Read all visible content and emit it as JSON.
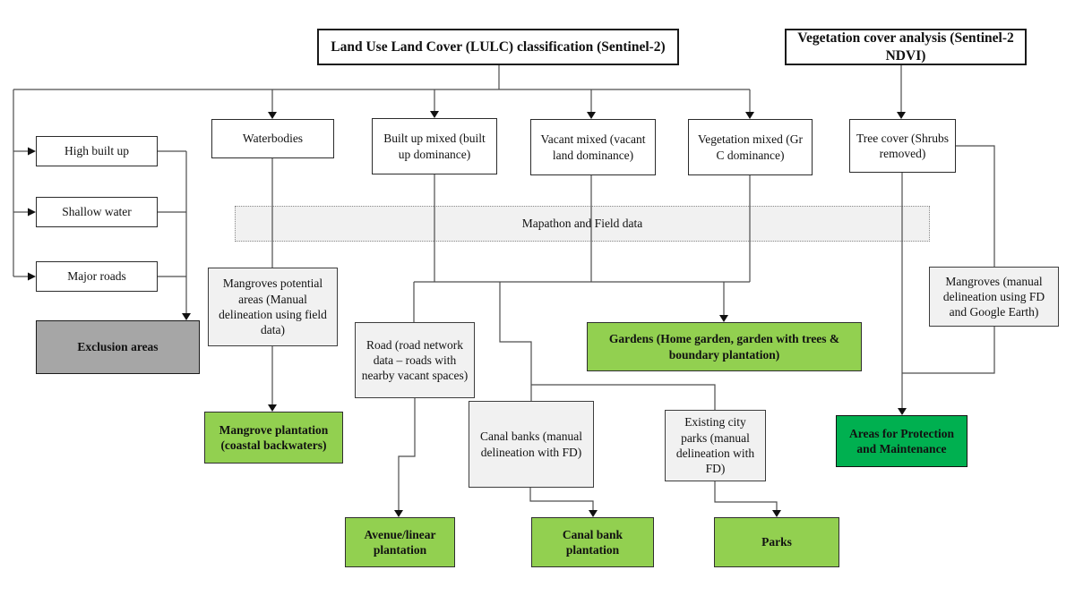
{
  "diagram": {
    "colors": {
      "light_green": "#92d050",
      "dark_green": "#00b050",
      "exclusion_gray": "#a6a6a6",
      "panel_gray": "#f1f1f1",
      "line": "#4d4d4d",
      "arrow": "#111111"
    },
    "nodes": {
      "lulc_title": {
        "label": "Land Use Land Cover (LULC) classification (Sentinel-2)"
      },
      "ndvi_title": {
        "label": "Vegetation cover analysis (Sentinel-2 NDVI)"
      },
      "waterbodies": {
        "label": "Waterbodies"
      },
      "built_mixed": {
        "label": "Built up mixed (built up dominance)"
      },
      "vacant_mixed": {
        "label": "Vacant mixed (vacant land dominance)"
      },
      "veg_mixed": {
        "label": "Vegetation mixed (Gr C dominance)"
      },
      "tree_cover": {
        "label": "Tree cover (Shrubs removed)"
      },
      "high_built": {
        "label": "High built up"
      },
      "shallow_water": {
        "label": "Shallow water"
      },
      "major_roads": {
        "label": "Major roads"
      },
      "exclusion": {
        "label": "Exclusion areas"
      },
      "mapathon": {
        "label": "Mapathon and Field data"
      },
      "mangroves_potential": {
        "label": "Mangroves potential areas (Manual delineation using field data)"
      },
      "road": {
        "label": "Road (road network data – roads with nearby vacant spaces)"
      },
      "gardens": {
        "label": "Gardens (Home garden, garden with trees & boundary plantation)"
      },
      "canal_banks": {
        "label": "Canal banks (manual delineation with FD)"
      },
      "existing_parks": {
        "label": "Existing city parks (manual delineation with FD)"
      },
      "mangroves_fd": {
        "label": "Mangroves (manual delineation using FD and Google Earth)"
      },
      "mangrove_plantation": {
        "label": "Mangrove plantation (coastal backwaters)"
      },
      "areas_protection": {
        "label": "Areas for Protection and Maintenance"
      },
      "avenue_plantation": {
        "label": "Avenue/linear plantation"
      },
      "canal_plantation": {
        "label": "Canal bank plantation"
      },
      "parks": {
        "label": "Parks"
      }
    }
  }
}
